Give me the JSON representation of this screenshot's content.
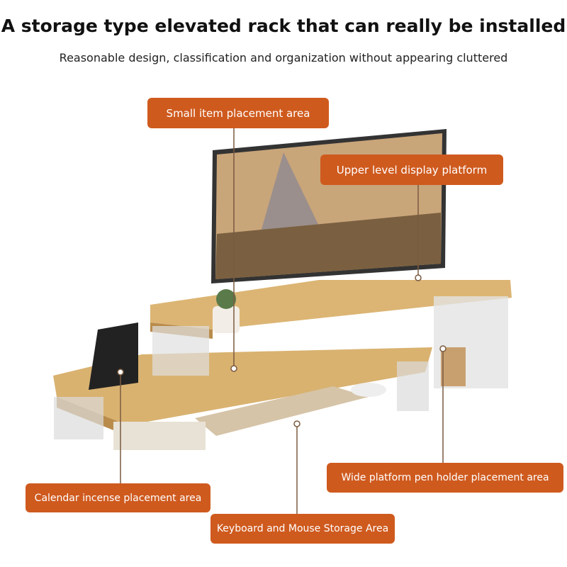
{
  "header": {
    "title": "A storage type elevated rack that can really be installed",
    "subtitle": "Reasonable design, classification and organization without appearing cluttered"
  },
  "labels": {
    "small_item": "Small item placement area",
    "upper_level": "Upper level display platform",
    "pen_holder": "Wide platform pen holder placement area",
    "calendar": "Calendar incense placement area",
    "keyboard": "Keyboard and Mouse Storage Area"
  },
  "colors": {
    "accent": "#cf5a1e",
    "wood": "#d9b270"
  }
}
